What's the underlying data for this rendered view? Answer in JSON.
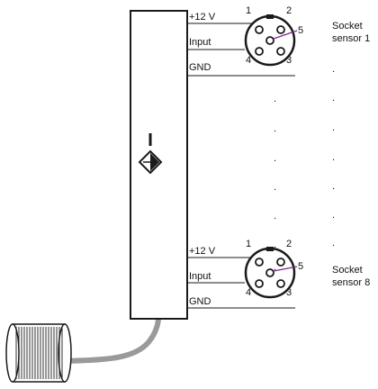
{
  "connectors": [
    {
      "wires": [
        "+12 V",
        "Input",
        "GND"
      ],
      "pins": [
        "1",
        "2",
        "5",
        "4",
        "3"
      ],
      "caption": [
        "Socket",
        "sensor 1"
      ]
    },
    {
      "wires": [
        "+12 V",
        "Input",
        "GND"
      ],
      "pins": [
        "1",
        "2",
        "5",
        "4",
        "3"
      ],
      "caption": [
        "Socket",
        "sensor 8"
      ]
    }
  ],
  "dots": {
    "col1": [
      ".",
      ".",
      ".",
      ".",
      ".",
      ".",
      "."
    ],
    "col2": [
      ".",
      ".",
      ".",
      ".",
      ".",
      ".",
      ".",
      "."
    ]
  },
  "symbol": "inductive-sensor-symbol",
  "colors": {
    "line": "#1a1a1a",
    "pin_wire": "#7a2a8a",
    "cable": "#9a9a9a"
  }
}
